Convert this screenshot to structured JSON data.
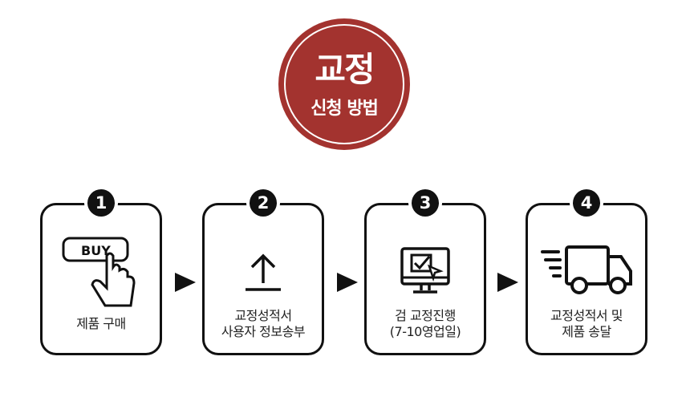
{
  "badge": {
    "title": "교정",
    "subtitle": "신청 방법",
    "color": "#a3332f"
  },
  "steps": [
    {
      "number": "1",
      "icon": "buy-click-icon",
      "buy_text": "BUY",
      "lines": [
        "제품 구매"
      ]
    },
    {
      "number": "2",
      "icon": "upload-icon",
      "lines": [
        "교정성적서",
        "사용자 정보송부"
      ]
    },
    {
      "number": "3",
      "icon": "monitor-check-icon",
      "lines": [
        "검 교정진행",
        "(7-10영업일)"
      ]
    },
    {
      "number": "4",
      "icon": "delivery-truck-icon",
      "lines": [
        "교정성적서 및",
        "제품 송달"
      ]
    }
  ]
}
